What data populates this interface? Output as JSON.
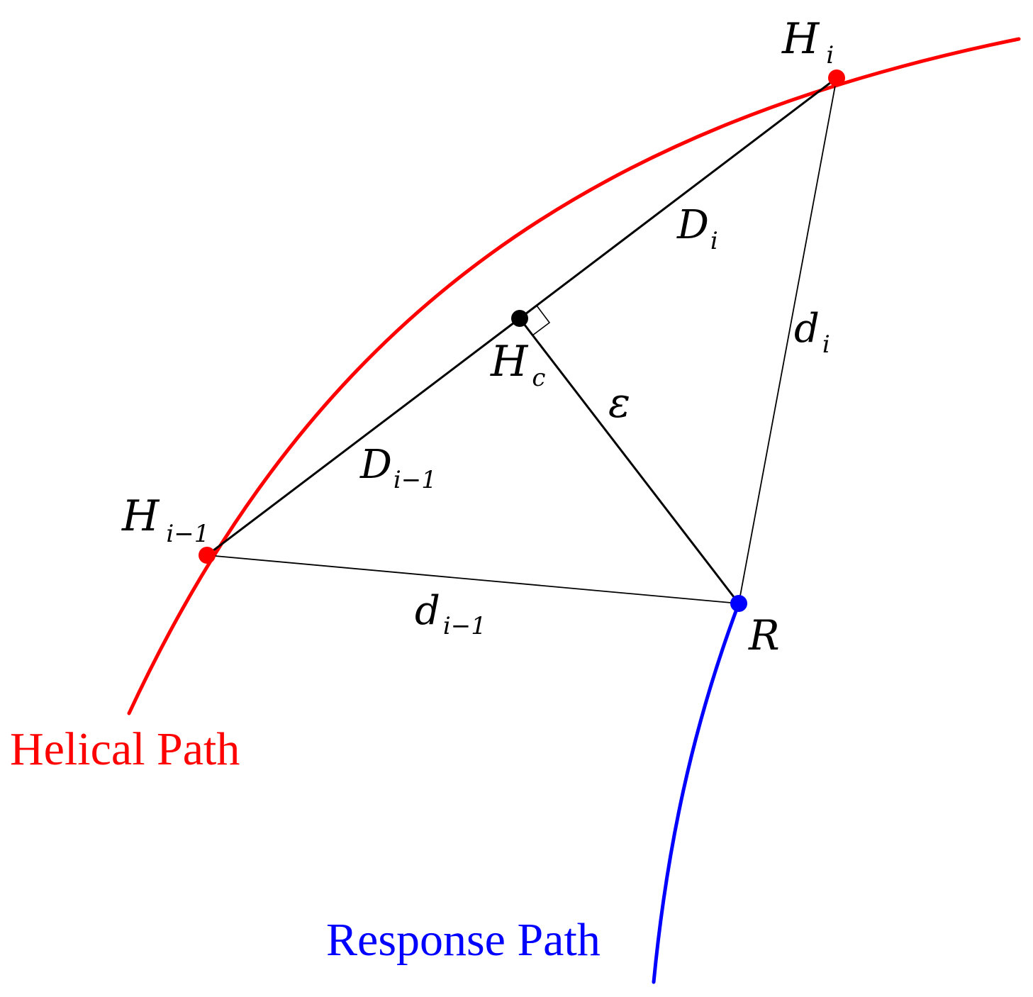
{
  "figure": {
    "labels": {
      "h_i": {
        "main": "H",
        "sub": "i"
      },
      "h_i_minus_1": {
        "main": "H",
        "sub": "i−1"
      },
      "h_c": {
        "main": "H",
        "sub": "c"
      },
      "r": {
        "main": "R"
      },
      "d_cap_i": {
        "main": "D",
        "sub": "i"
      },
      "d_cap_i_minus_1": {
        "main": "D",
        "sub": "i−1"
      },
      "d_i": {
        "main": "d",
        "sub": "i"
      },
      "d_i_minus_1": {
        "main": "d",
        "sub": "i−1"
      },
      "epsilon": {
        "main": "ε"
      }
    },
    "paths": {
      "helical": {
        "label": "Helical Path",
        "color": "#ff0000"
      },
      "response": {
        "label": "Response Path",
        "color": "#0000ff"
      }
    },
    "colors": {
      "line": "#000000",
      "center_point": "#000000"
    }
  }
}
